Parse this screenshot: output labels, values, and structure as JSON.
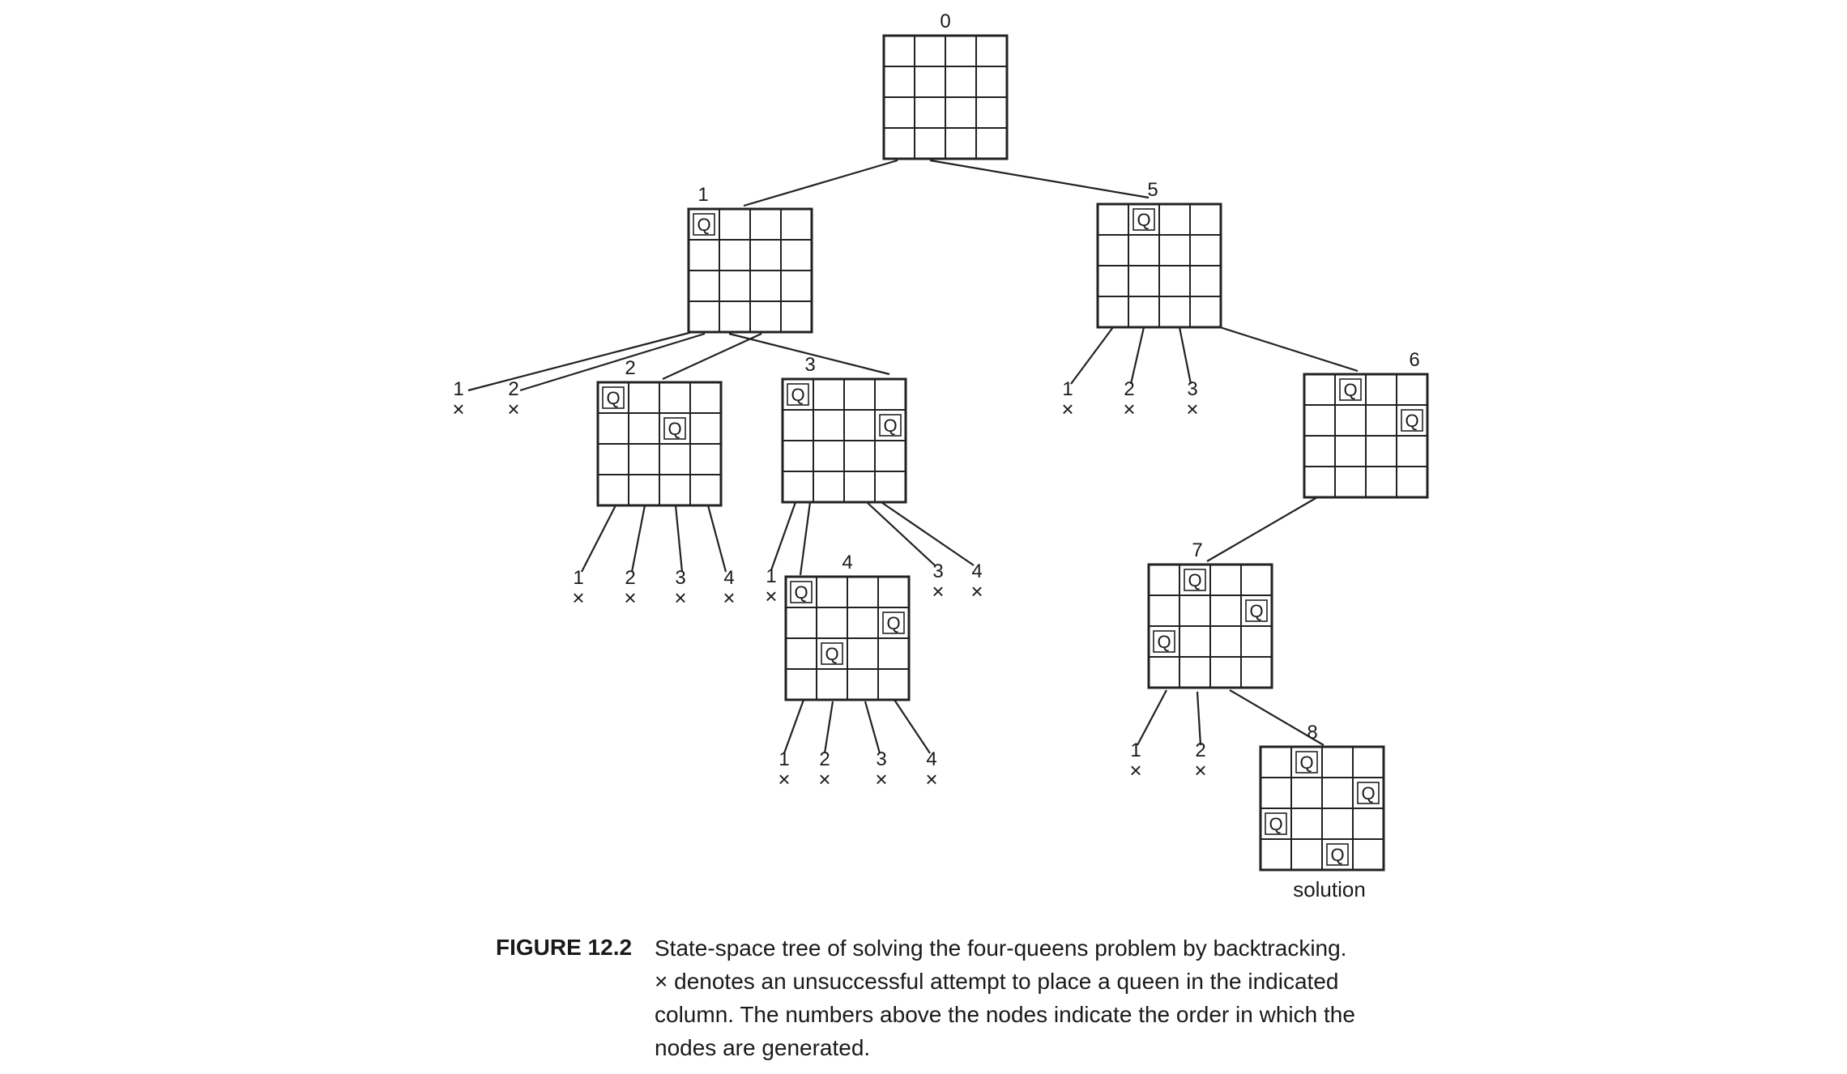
{
  "solution_label": "solution",
  "fail_mark": "×",
  "queen_letter": "Q",
  "nodes": [
    {
      "label": "0",
      "queens": []
    },
    {
      "label": "1",
      "queens": [
        [
          0,
          0
        ]
      ]
    },
    {
      "label": "2",
      "queens": [
        [
          0,
          0
        ],
        [
          1,
          2
        ]
      ]
    },
    {
      "label": "3",
      "queens": [
        [
          0,
          0
        ],
        [
          1,
          3
        ]
      ]
    },
    {
      "label": "4",
      "queens": [
        [
          0,
          0
        ],
        [
          1,
          3
        ],
        [
          2,
          1
        ]
      ]
    },
    {
      "label": "5",
      "queens": [
        [
          0,
          1
        ]
      ]
    },
    {
      "label": "6",
      "queens": [
        [
          0,
          1
        ],
        [
          1,
          3
        ]
      ]
    },
    {
      "label": "7",
      "queens": [
        [
          0,
          1
        ],
        [
          1,
          3
        ],
        [
          2,
          0
        ]
      ]
    },
    {
      "label": "8",
      "queens": [
        [
          0,
          1
        ],
        [
          1,
          3
        ],
        [
          2,
          0
        ],
        [
          3,
          2
        ]
      ]
    }
  ],
  "failed_attempts": [
    {
      "parent": "1",
      "column": "1"
    },
    {
      "parent": "1",
      "column": "2"
    },
    {
      "parent": "2",
      "column": "1"
    },
    {
      "parent": "2",
      "column": "2"
    },
    {
      "parent": "2",
      "column": "3"
    },
    {
      "parent": "2",
      "column": "4"
    },
    {
      "parent": "3",
      "column": "1"
    },
    {
      "parent": "3",
      "column": "3"
    },
    {
      "parent": "3",
      "column": "4"
    },
    {
      "parent": "4",
      "column": "1"
    },
    {
      "parent": "4",
      "column": "2"
    },
    {
      "parent": "4",
      "column": "3"
    },
    {
      "parent": "4",
      "column": "4"
    },
    {
      "parent": "5",
      "column": "1"
    },
    {
      "parent": "5",
      "column": "2"
    },
    {
      "parent": "5",
      "column": "3"
    },
    {
      "parent": "7",
      "column": "1"
    },
    {
      "parent": "7",
      "column": "2"
    }
  ],
  "caption": {
    "label": "FIGURE 12.2",
    "lines": [
      "State-space tree of solving the four-queens problem by backtracking.",
      "× denotes an unsuccessful attempt to place a queen in the indicated",
      "column. The numbers above the nodes indicate the order in which the",
      "nodes are generated."
    ]
  }
}
